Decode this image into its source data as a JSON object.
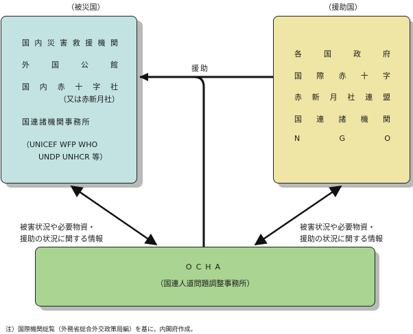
{
  "left_panel": {
    "heading": "（被災国）",
    "lines": [
      "国内災害救援機関",
      "外国公館",
      "国内赤十字社",
      "（又は赤新月社）",
      "国連諸機関事務所",
      "（UNICEF WFP WHO",
      "UNDP UNHCR 等）"
    ],
    "color": "#c2e3e2"
  },
  "right_panel": {
    "heading": "（援助国）",
    "lines": [
      "各国政府",
      "国際赤十字",
      "赤新月社連盟",
      "国連諸機関",
      "NGO"
    ],
    "color": "#efe5a5"
  },
  "center_label": "援助",
  "flow_left": [
    "被害状況や必要物資・",
    "援助の状況に関する情報"
  ],
  "flow_right": [
    "被害状況や必要物資・",
    "援助の状況に関する情報"
  ],
  "bottom_panel": {
    "title": "OCHA",
    "subtitle": "（国連人道問題調整事務所）",
    "color": "#a9d492"
  },
  "footnote": "注）国際機関総覧（外務省総合外交政策局編）を基に，内閣府作成。"
}
